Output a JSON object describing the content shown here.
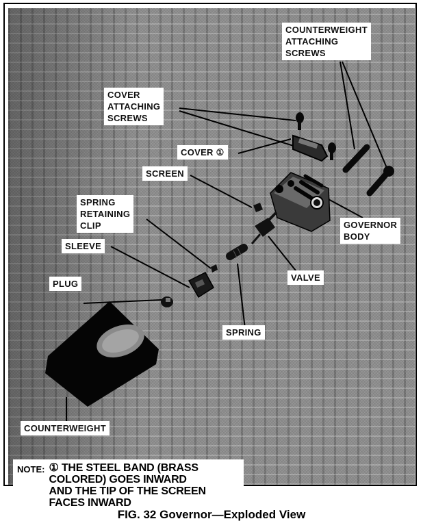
{
  "figure": {
    "caption": "FIG. 32  Governor—Exploded View",
    "title": "Governor—Exploded View",
    "number": "FIG. 32"
  },
  "labels": {
    "counterweight_attaching_screws": "COUNTERWEIGHT\nATTACHING\nSCREWS",
    "cover_attaching_screws": "COVER\nATTACHING\nSCREWS",
    "cover": "COVER ①",
    "screen": "SCREEN",
    "spring_retaining_clip": "SPRING\nRETAINING\nCLIP",
    "governor_body": "GOVERNOR\nBODY",
    "sleeve": "SLEEVE",
    "plug": "PLUG",
    "valve": "VALVE",
    "spring": "SPRING",
    "counterweight": "COUNTERWEIGHT"
  },
  "note": {
    "key": "NOTE:",
    "text": "① THE STEEL BAND (BRASS\nCOLORED) GOES INWARD\nAND THE TIP OF THE SCREEN\nFACES INWARD"
  },
  "parts": [
    {
      "name": "cover-attaching-screw-1"
    },
    {
      "name": "cover-attaching-screw-2"
    },
    {
      "name": "counterweight-attaching-screw-1"
    },
    {
      "name": "counterweight-attaching-screw-2"
    },
    {
      "name": "cover"
    },
    {
      "name": "governor-body"
    },
    {
      "name": "screen"
    },
    {
      "name": "valve"
    },
    {
      "name": "spring"
    },
    {
      "name": "spring-retaining-clip"
    },
    {
      "name": "sleeve"
    },
    {
      "name": "plug"
    },
    {
      "name": "counterweight"
    }
  ]
}
